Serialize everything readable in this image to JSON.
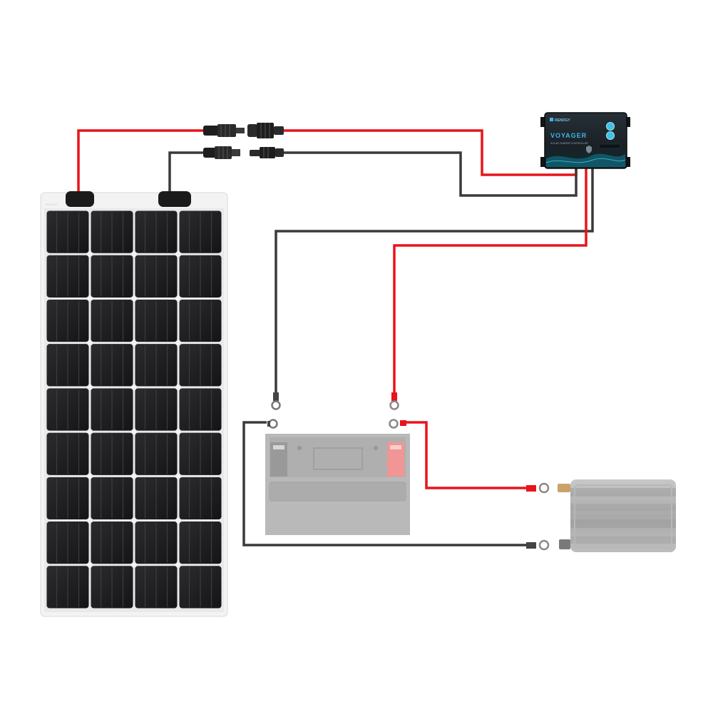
{
  "diagram": {
    "components": [
      {
        "id": "solar-panel",
        "kind": "flexible solar panel"
      },
      {
        "id": "mc4-connectors",
        "kind": "MC4 connector pairs"
      },
      {
        "id": "charge-controller",
        "kind": "PWM charge controller"
      },
      {
        "id": "battery",
        "kind": "deep cycle battery"
      },
      {
        "id": "inverter",
        "kind": "power inverter"
      }
    ],
    "wire_colors": {
      "positive": "#e8141c",
      "negative": "#3a3a3a"
    },
    "panel_grid": {
      "rows": 9,
      "cols": 4
    }
  },
  "controller": {
    "brand": "RENOGY",
    "name": "VOYAGER",
    "subtitle": "SOLAR CHARGE CONTROLLER"
  },
  "panel": {
    "mark": "RENOGY"
  }
}
